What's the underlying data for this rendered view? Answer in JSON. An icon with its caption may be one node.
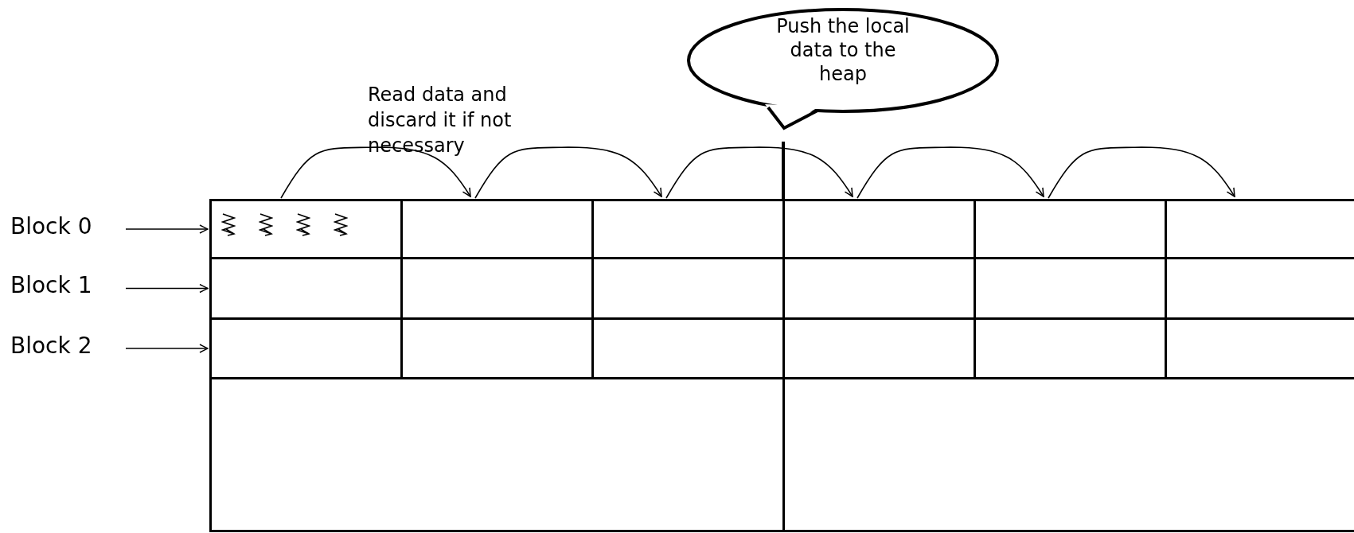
{
  "diagram": {
    "nodes": [
      {
        "text": [
          "Push the local data to the heap"
        ]
      },
      {
        "text": [
          "Block 0"
        ]
      },
      {
        "text": [],
        "shape": "box"
      },
      {
        "text": [],
        "shape": "box"
      },
      {
        "text": [],
        "shape": "box"
      },
      {
        "text": [],
        "shape": "box"
      },
      {
        "text": [],
        "shape": "box"
      },
      {
        "text": [],
        "shape": "box"
      },
      {
        "text": [
          "Block 1"
        ]
      },
      {
        "text": [],
        "shape": "box"
      },
      {
        "text": [
          "Block 2"
        ]
      },
      {
        "text": [],
        "shape": "box"
      }
    ],
    "edges": [
      {
        "from": 1,
        "to": 2,
        "arrow": "to"
      },
      {
        "from": 8,
        "to": 9,
        "arrow": "to"
      },
      {
        "from": 10,
        "to": 11,
        "arrow": "to"
      },
      {
        "from": 2,
        "to": 3,
        "arrow": "to"
      },
      {
        "from": 3,
        "to": 4,
        "arrow": "to"
      },
      {
        "from": 4,
        "to": 5,
        "arrow": "to"
      },
      {
        "from": 5,
        "to": 6,
        "arrow": "to"
      },
      {
        "from": 6,
        "to": 7,
        "arrow": "to"
      }
    ],
    "labels": [
      "Read data and discard it if not necessary"
    ]
  }
}
